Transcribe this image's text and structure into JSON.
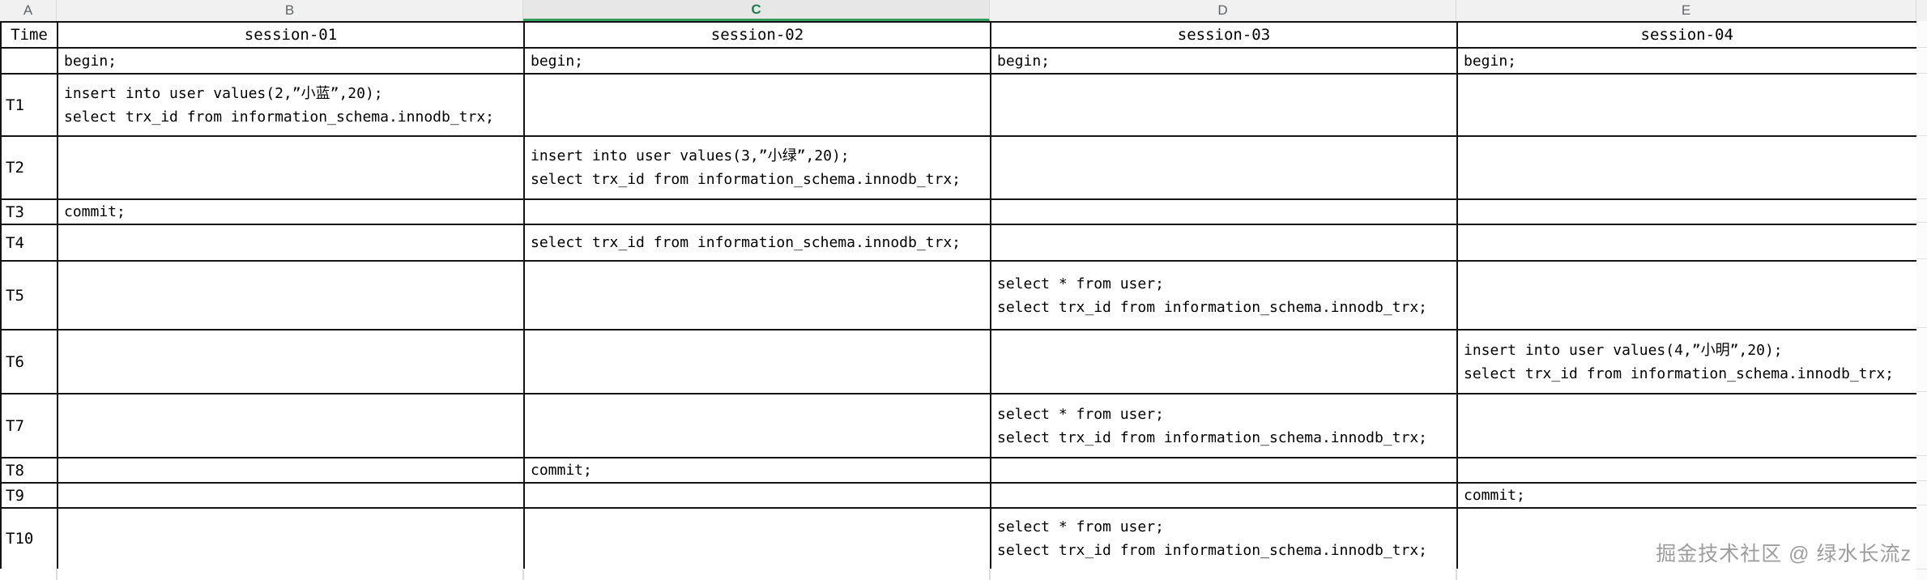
{
  "sheet": {
    "column_letters": [
      "A",
      "B",
      "C",
      "D",
      "E"
    ],
    "selected_column": "C",
    "accent_green": "#35a05e",
    "selected_letter_color": "#217c54",
    "header_bg": "#f1f1f1",
    "grid_border_color": "#141414"
  },
  "table": {
    "header_time": "Time",
    "sessions": [
      "session-01",
      "session-02",
      "session-03",
      "session-04"
    ],
    "rows": [
      {
        "label": "",
        "cells": [
          "begin;",
          "begin;",
          "begin;",
          "begin;"
        ]
      },
      {
        "label": "T1",
        "cells": [
          "insert into user values(2,”小蓝”,20);\nselect trx_id from information_schema.innodb_trx;",
          "",
          "",
          ""
        ]
      },
      {
        "label": "T2",
        "cells": [
          "",
          "insert into user values(3,”小绿”,20);\nselect trx_id from information_schema.innodb_trx;",
          "",
          ""
        ]
      },
      {
        "label": "T3",
        "cells": [
          "commit;",
          "",
          "",
          ""
        ]
      },
      {
        "label": "T4",
        "cells": [
          "",
          "select trx_id from information_schema.innodb_trx;",
          "",
          ""
        ]
      },
      {
        "label": "T5",
        "cells": [
          "",
          "",
          "select * from user;\nselect trx_id from information_schema.innodb_trx;",
          ""
        ]
      },
      {
        "label": "T6",
        "cells": [
          "",
          "",
          "",
          "insert into user values(4,”小明”,20);\nselect trx_id from information_schema.innodb_trx;"
        ]
      },
      {
        "label": "T7",
        "cells": [
          "",
          "",
          "select * from user;\nselect trx_id from information_schema.innodb_trx;",
          ""
        ]
      },
      {
        "label": "T8",
        "cells": [
          "",
          "commit;",
          "",
          ""
        ]
      },
      {
        "label": "T9",
        "cells": [
          "",
          "",
          "",
          "commit;"
        ]
      },
      {
        "label": "T10",
        "cells": [
          "",
          "",
          "select * from user;\nselect trx_id from information_schema.innodb_trx;",
          ""
        ]
      }
    ]
  },
  "watermark": {
    "text": "掘金技术社区 @ 绿水长流z"
  }
}
